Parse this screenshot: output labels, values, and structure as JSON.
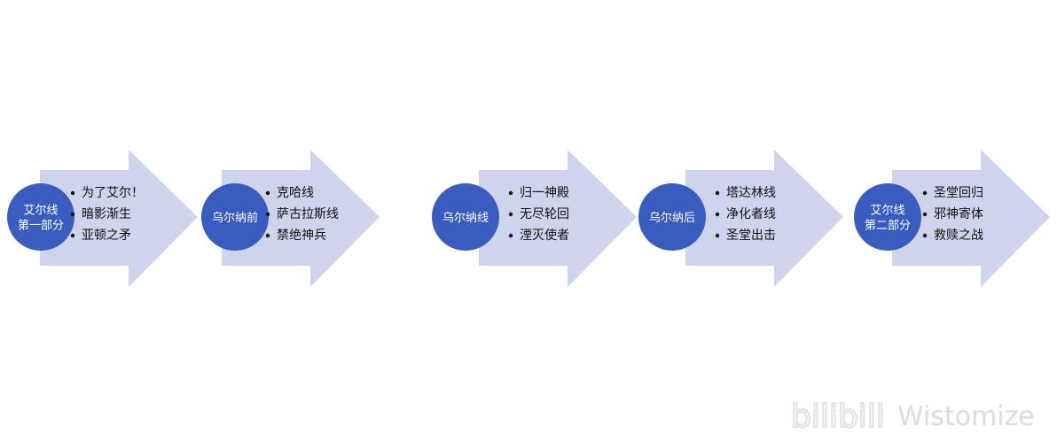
{
  "colors": {
    "arrow": "#cdd4ec",
    "circle": "#3a5cbf",
    "bullet": "#111111"
  },
  "stages": [
    {
      "title_lines": [
        "艾尔线",
        "第一部分"
      ],
      "items": [
        "为了艾尔！",
        "暗影渐生",
        "亚顿之矛"
      ]
    },
    {
      "title_lines": [
        "乌尔纳前"
      ],
      "items": [
        "克哈线",
        "萨古拉斯线",
        "禁绝神兵"
      ]
    },
    {
      "title_lines": [
        "乌尔纳线"
      ],
      "items": [
        "归一神殿",
        "无尽轮回",
        "湮灭使者"
      ]
    },
    {
      "title_lines": [
        "乌尔纳后"
      ],
      "items": [
        "塔达林线",
        "净化者线",
        "圣堂出击"
      ]
    },
    {
      "title_lines": [
        "艾尔线",
        "第二部分"
      ],
      "items": [
        "圣堂回归",
        "邪神寄体",
        "救赎之战"
      ]
    }
  ],
  "watermark": {
    "logo": "bilibili",
    "name": "Wistomize"
  }
}
